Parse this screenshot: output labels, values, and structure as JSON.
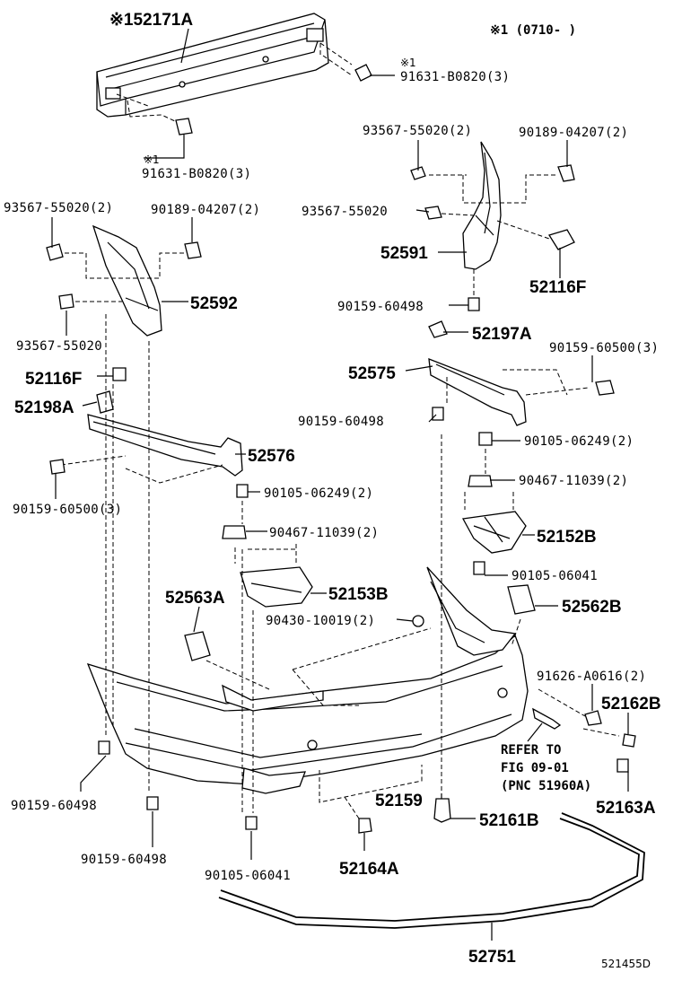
{
  "note_header": "※1 (0710-    )",
  "labels": {
    "p152171a": "※152171A",
    "p91631_a_note": "※1",
    "p91631_a": "91631-B0820(3)",
    "p91631_b_note": "※1",
    "p91631_b": "91631-B0820(3)",
    "p93567_r_top": "93567-55020(2)",
    "p90189_r": "90189-04207(2)",
    "p93567_r_mid": "93567-55020",
    "p52591": "52591",
    "p52116f_r": "52116F",
    "p90159_r1": "90159-60498",
    "p93567_l_top": "93567-55020(2)",
    "p90189_l": "90189-04207(2)",
    "p52592": "52592",
    "p93567_l_low": "93567-55020",
    "p52116f_l": "52116F",
    "p52198a": "52198A",
    "p52197a": "52197A",
    "p90159_60500_r": "90159-60500(3)",
    "p52575": "52575",
    "p90159_r2": "90159-60498",
    "p52576": "52576",
    "p90105_06249_r": "90105-06249(2)",
    "p90159_60500_l": "90159-60500(3)",
    "p90467_r": "90467-11039(2)",
    "p90105_06249_l": "90105-06249(2)",
    "p52152b": "52152B",
    "p90467_l": "90467-11039(2)",
    "p90105_06041_r": "90105-06041",
    "p52563a": "52563A",
    "p52153b": "52153B",
    "p52562b": "52562B",
    "p90430": "90430-10019(2)",
    "p91626": "91626-A0616(2)",
    "p52162b": "52162B",
    "p_refer1": "REFER TO",
    "p_refer2": "FIG 09-01",
    "p_refer3": "(PNC 51960A)",
    "p90159_l1": "90159-60498",
    "p52159": "52159",
    "p52161b": "52161B",
    "p52163a": "52163A",
    "p90159_l2": "90159-60498",
    "p90105_06041_l": "90105-06041",
    "p52164a": "52164A",
    "p52751": "52751",
    "p_figcode": "521455D"
  }
}
